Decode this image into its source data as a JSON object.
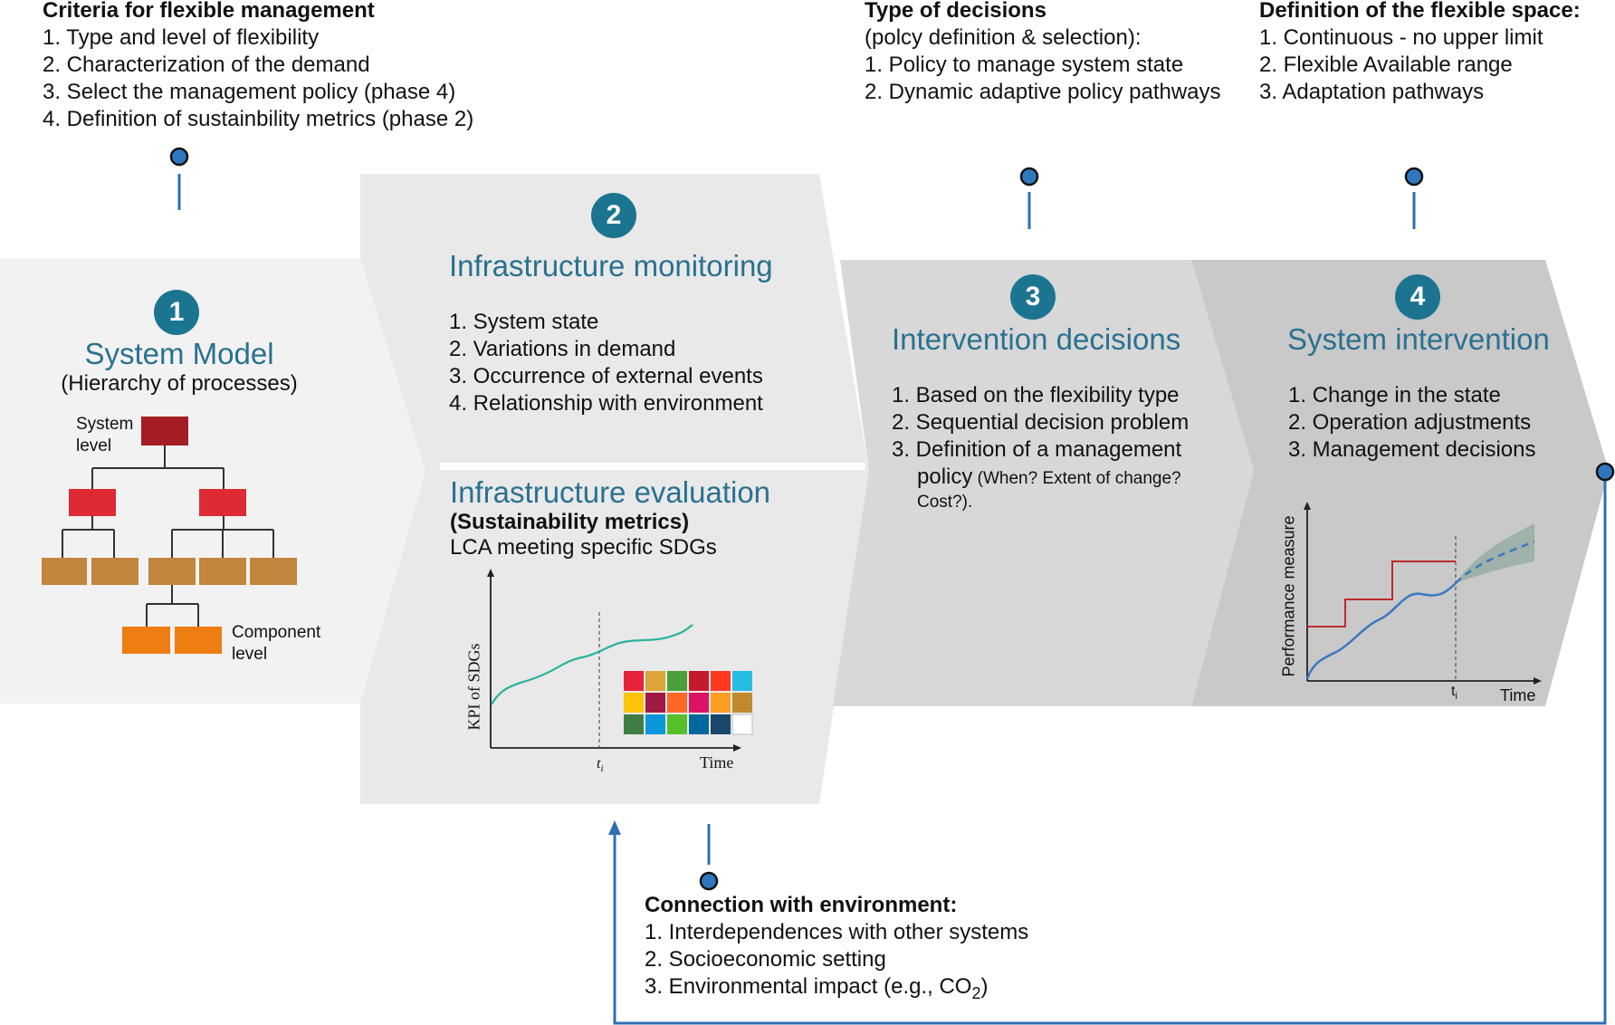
{
  "notes": {
    "criteria": {
      "title": "Criteria for flexible management",
      "items": [
        "1. Type and level of flexibility",
        "2. Characterization of the demand",
        "3. Select the management policy (phase 4)",
        "4. Definition of sustainbility metrics (phase 2)"
      ]
    },
    "decisions": {
      "title": "Type of decisions",
      "subtitle": "(polcy definition & selection):",
      "items": [
        "1. Policy to manage system state",
        "2. Dynamic adaptive policy pathways"
      ]
    },
    "flexible_space": {
      "title": "Definition of the flexible space:",
      "items": [
        "1. Continuous - no upper limit",
        "2. Flexible Available range",
        "3. Adaptation pathways"
      ]
    },
    "environment": {
      "title": "Connection with environment:",
      "items": [
        "1. Interdependences with other systems",
        "2. Socioeconomic setting"
      ],
      "item3_text": "3. Environmental impact (e.g., CO",
      "item3_sub": "2",
      "item3_end": ")"
    }
  },
  "phase1": {
    "number": "1",
    "title": "System Model",
    "subtitle": "(Hierarchy of processes)",
    "system_label_1": "System",
    "system_label_2": "level",
    "component_label_1": "Component",
    "component_label_2": "level",
    "colors": {
      "top": "#a51d24",
      "second": "#dd2a35",
      "third": "#c1853e",
      "fourth": "#ee7d12"
    }
  },
  "phase2": {
    "number": "2",
    "monitoring_title": "Infrastructure monitoring",
    "monitoring_items": [
      "1. System state",
      "2. Variations in demand",
      "3. Occurrence of external events",
      "4. Relationship with environment"
    ],
    "evaluation_title": "Infrastructure evaluation",
    "evaluation_bold": "(Sustainability metrics)",
    "evaluation_text": "LCA meeting specific SDGs",
    "chart": {
      "ylabel": "KPI of SDGs",
      "xlabel": "Time",
      "marker_label": "t",
      "marker_sub": "i",
      "line_color": "#2bb3a0"
    },
    "sdg_colors": [
      "#e5243b",
      "#dda63a",
      "#4c9f38",
      "#c5192d",
      "#ff3a21",
      "#26bde2",
      "#fcc30b",
      "#a21942",
      "#fd6925",
      "#dd1367",
      "#fd9d24",
      "#bf8b2e",
      "#3f7e44",
      "#0a97d9",
      "#56c02b",
      "#00689d",
      "#19486a",
      "#ffffff"
    ]
  },
  "phase3": {
    "number": "3",
    "title": "Intervention decisions",
    "items": [
      "1. Based on the flexibility type",
      "2. Sequential decision problem",
      "3. Definition of a management"
    ],
    "policy_word": "policy",
    "policy_small": " (When? Extent of change?",
    "policy_small_2": "Cost?)."
  },
  "phase4": {
    "number": "4",
    "title": "System intervention",
    "items": [
      "1. Change in the state",
      "2. Operation adjustments",
      "3. Management decisions"
    ],
    "chart": {
      "ylabel": "Performance measure",
      "xlabel": "Time",
      "marker_label": "t",
      "marker_sub": "i",
      "step_color": "#c0282d",
      "curve_color": "#3a78c0",
      "band_color": "#8fa8a0"
    }
  },
  "colors": {
    "accent": "#1c7590",
    "connector": "#2f6fb0",
    "band1": "#f2f2f2",
    "band2": "#e9e9e9",
    "band3": "#d8d8d8",
    "band4": "#c9c9c9"
  }
}
